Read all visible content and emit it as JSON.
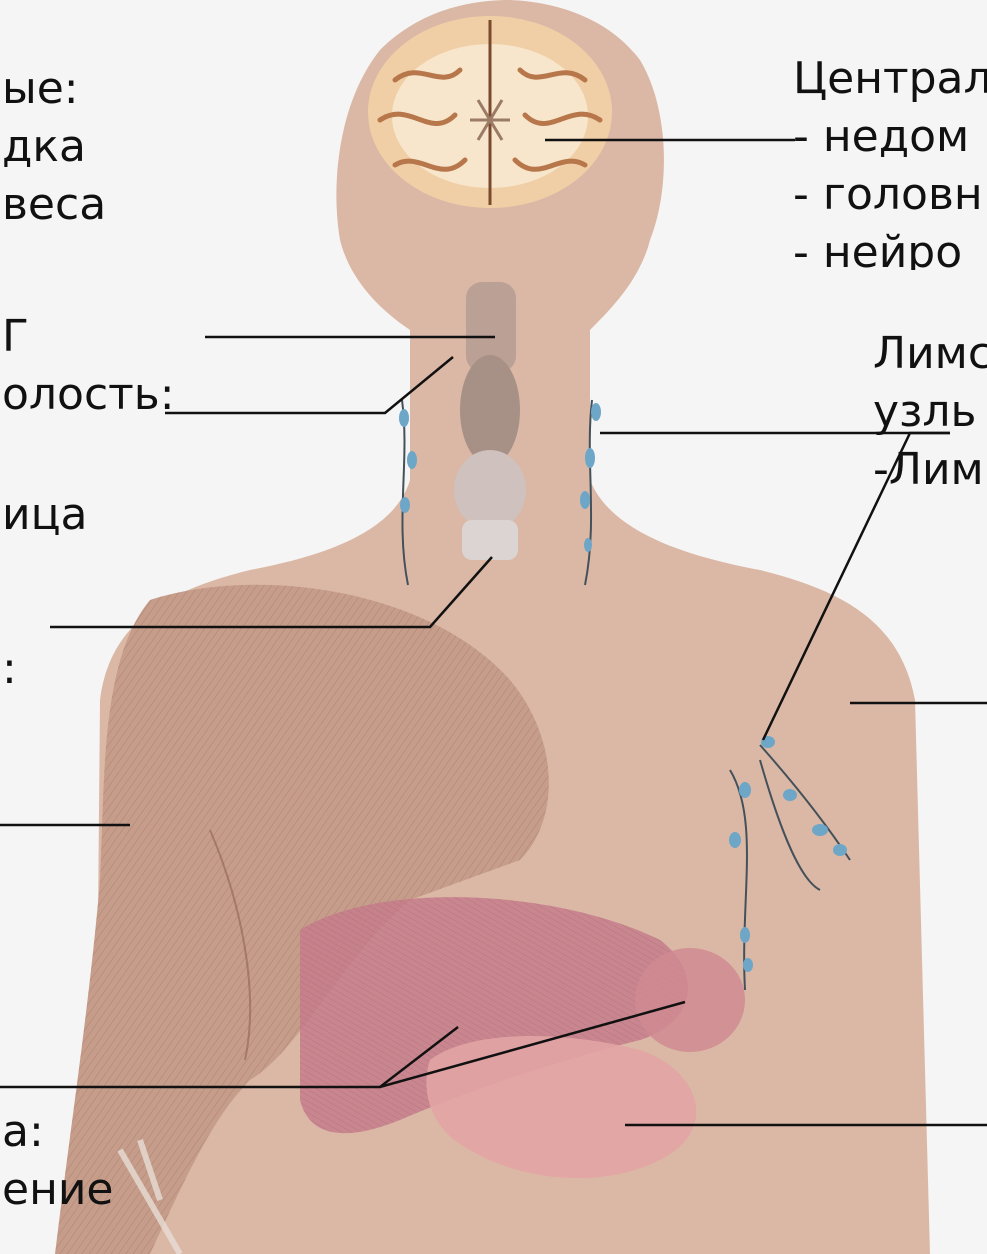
{
  "colors": {
    "background": "#f5f5f5",
    "skin": "#dbb8a5",
    "brain_outer": "#f1cfa6",
    "brain_inner": "#f7e6cc",
    "brain_gyri": "#b7774a",
    "trachea": "#bba096",
    "muscle": "#c69d8a",
    "muscle_fiber": "#8f6352",
    "liver": "#c77d8c",
    "stomach": "#e2a4a4",
    "spleen": "#cf8a92",
    "lymph_node": "#6ea6c8",
    "lymph_vessel": "#45515a",
    "leader_line": "#111111"
  },
  "icons": [
    "brain-icon",
    "trachea-icon",
    "lymph-nodes-icon",
    "muscle-icon",
    "liver-icon",
    "stomach-icon"
  ],
  "labels": {
    "left": {
      "line1": "ые:",
      "line2": "дка",
      "line3": " веса",
      "line4": "Г",
      "line5": "олость:",
      "line6": "ица",
      "line7": ":",
      "line8": "а:",
      "line9": "ение"
    },
    "right": {
      "central": "Централ",
      "item1": "- недом",
      "item2": "- головн",
      "item3": "- нейро",
      "lymph1": "Лимс",
      "lymph2": "узль",
      "lymph3": "-Лим"
    }
  }
}
